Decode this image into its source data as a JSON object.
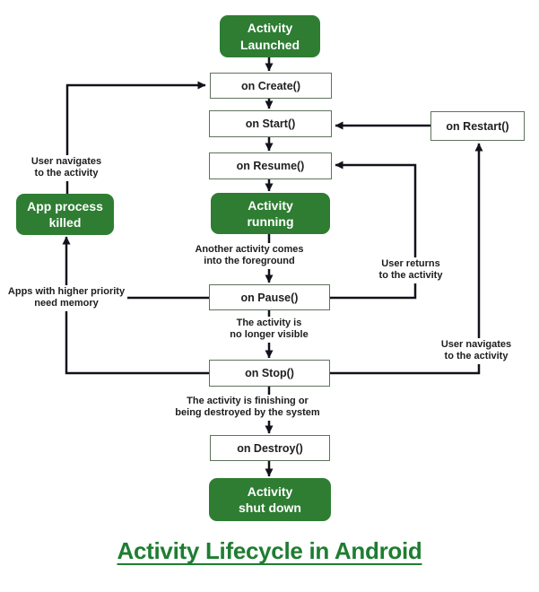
{
  "title": "Activity Lifecycle in Android",
  "nodes": {
    "activity_launched": {
      "line1": "Activity",
      "line2": "Launched"
    },
    "on_create": {
      "label": "on Create()"
    },
    "on_start": {
      "label": "on Start()"
    },
    "on_resume": {
      "label": "on Resume()"
    },
    "activity_running": {
      "line1": "Activity",
      "line2": "running"
    },
    "on_pause": {
      "label": "on Pause()"
    },
    "on_stop": {
      "label": "on Stop()"
    },
    "on_destroy": {
      "label": "on Destroy()"
    },
    "activity_shutdown": {
      "line1": "Activity",
      "line2": "shut down"
    },
    "app_process_killed": {
      "line1": "App process",
      "line2": "killed"
    },
    "on_restart": {
      "label": "on Restart()"
    }
  },
  "labels": {
    "user_navigates_left": {
      "line1": "User navigates",
      "line2": "to the activity"
    },
    "apps_higher_priority": {
      "line1": "Apps with higher priority",
      "line2": "need memory"
    },
    "another_activity": {
      "line1": "Another activity comes",
      "line2": "into the foreground"
    },
    "no_longer_visible": {
      "line1": "The activity is",
      "line2": "no longer visible"
    },
    "finishing_destroyed": {
      "line1": "The activity is finishing or",
      "line2": "being destroyed by the system"
    },
    "user_returns": {
      "line1": "User returns",
      "line2": "to the activity"
    },
    "user_navigates_right": {
      "line1": "User navigates",
      "line2": "to the activity"
    }
  },
  "colors": {
    "green_node_fill": "#2e7d32",
    "node_text_white": "#ffffff",
    "white_node_border": "#5e725e",
    "arrow": "#12121c",
    "title_green": "#1e7d31",
    "label_text": "#1d1d1d"
  }
}
